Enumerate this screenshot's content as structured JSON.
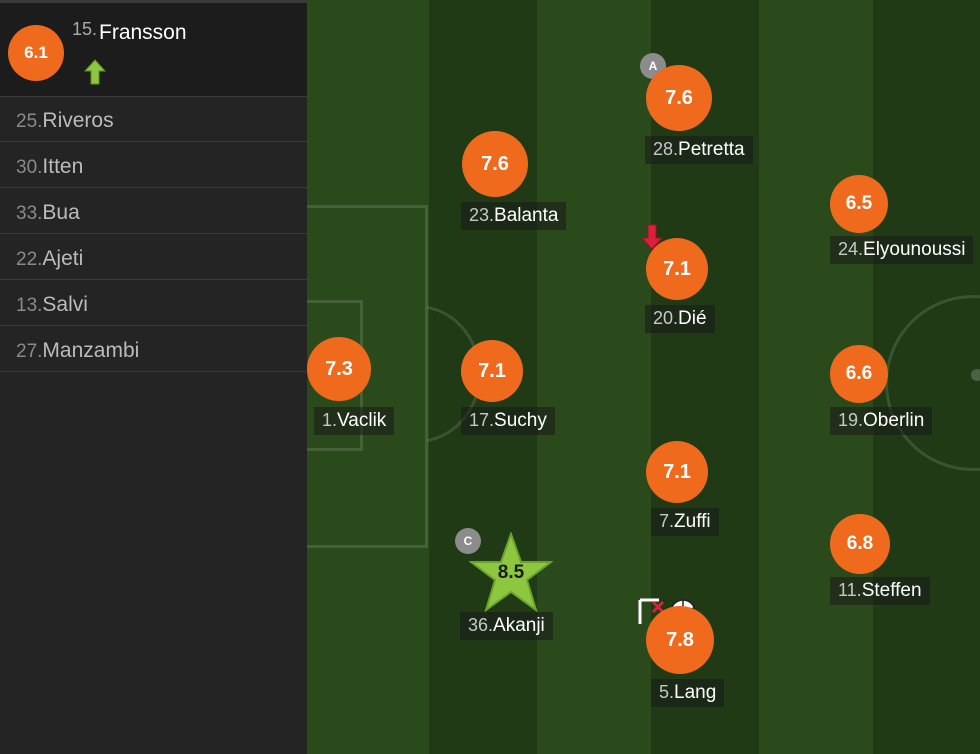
{
  "substitutes": {
    "active": {
      "number": "15.",
      "name": "Fransson",
      "rating": "6.1",
      "status_icon": "sub-in-arrow-icon"
    },
    "bench": [
      {
        "number": "25.",
        "name": "Riveros"
      },
      {
        "number": "30.",
        "name": "Itten"
      },
      {
        "number": "33.",
        "name": "Bua"
      },
      {
        "number": "22.",
        "name": "Ajeti"
      },
      {
        "number": "13.",
        "name": "Salvi"
      },
      {
        "number": "27.",
        "name": "Manzambi"
      }
    ]
  },
  "players": {
    "vaclik": {
      "rating": "7.3",
      "number": "1.",
      "name": "Vaclik"
    },
    "balanta": {
      "rating": "7.6",
      "number": "23.",
      "name": "Balanta"
    },
    "suchy": {
      "rating": "7.1",
      "number": "17.",
      "name": "Suchy"
    },
    "akanji": {
      "rating": "8.5",
      "number": "36.",
      "name": "Akanji",
      "captain_badge": "C",
      "icon": "man-of-match-star-icon"
    },
    "petretta": {
      "rating": "7.6",
      "number": "28.",
      "name": "Petretta",
      "assist_badge": "A"
    },
    "die": {
      "rating": "7.1",
      "number": "20.",
      "name": "Dié",
      "icon": "sub-out-arrow-icon"
    },
    "zuffi": {
      "rating": "7.1",
      "number": "7.",
      "name": "Zuffi"
    },
    "lang": {
      "rating": "7.8",
      "number": "5.",
      "name": "Lang",
      "icons": [
        "corner-flag-icon",
        "goal-ball-icon"
      ]
    },
    "elyounoussi": {
      "rating": "6.5",
      "number": "24.",
      "name": "Elyounoussi"
    },
    "oberlin": {
      "rating": "6.6",
      "number": "19.",
      "name": "Oberlin"
    },
    "steffen": {
      "rating": "6.8",
      "number": "11.",
      "name": "Steffen"
    }
  },
  "colors": {
    "rating_orange": "#ef6a1d",
    "star_green": "#8dc63f",
    "sub_in_green": "#8dc63f",
    "sub_out_red": "#d9213b"
  }
}
